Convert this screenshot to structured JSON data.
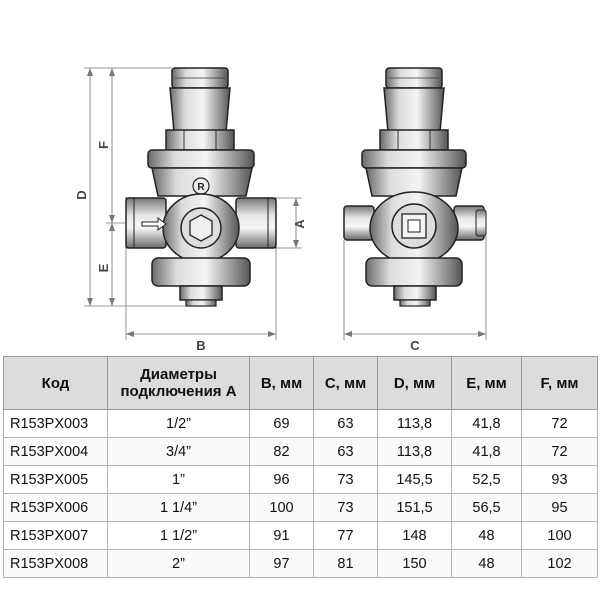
{
  "dimensions": {
    "A": "A",
    "B": "B",
    "C": "C",
    "D": "D",
    "E": "E",
    "F": "F"
  },
  "table": {
    "headers": [
      "Код",
      "Диаметры подключения A",
      "B, мм",
      "C, мм",
      "D, мм",
      "E, мм",
      "F, мм"
    ],
    "rows": [
      [
        "R153PX003",
        "1/2”",
        "69",
        "63",
        "113,8",
        "41,8",
        "72"
      ],
      [
        "R153PX004",
        "3/4”",
        "82",
        "63",
        "113,8",
        "41,8",
        "72"
      ],
      [
        "R153PX005",
        "1”",
        "96",
        "73",
        "145,5",
        "52,5",
        "93"
      ],
      [
        "R153PX006",
        "1 1/4”",
        "100",
        "73",
        "151,5",
        "56,5",
        "95"
      ],
      [
        "R153PX007",
        "1 1/2”",
        "91",
        "77",
        "148",
        "48",
        "100"
      ],
      [
        "R153PX008",
        "2”",
        "97",
        "81",
        "150",
        "48",
        "102"
      ]
    ]
  }
}
